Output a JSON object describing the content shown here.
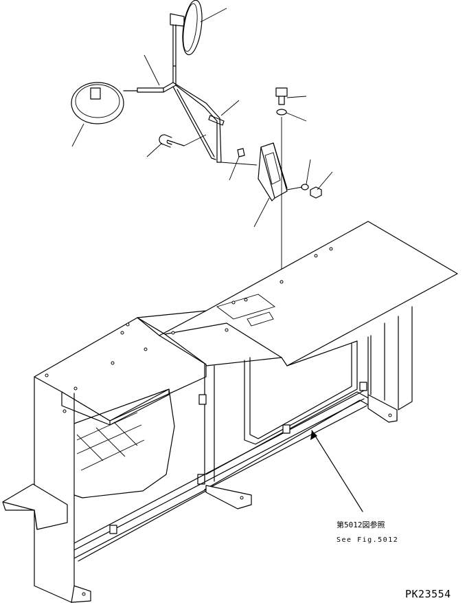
{
  "reference": {
    "line1": "第5012図参照",
    "line2": "See Fig.5012"
  },
  "drawing_number": "PK23554"
}
